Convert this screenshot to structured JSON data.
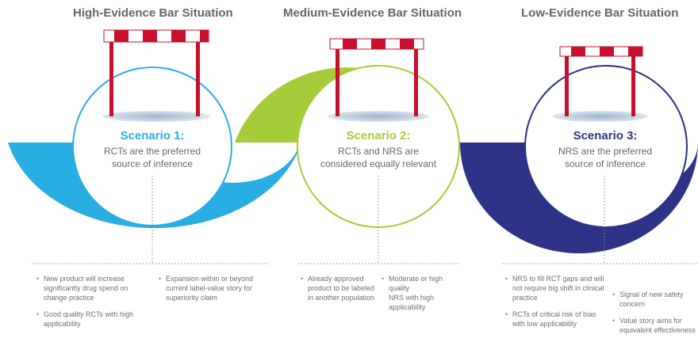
{
  "colors": {
    "high": "#29aee3",
    "medium": "#a6cc3a",
    "low": "#2e3387",
    "hurdle_red": "#c8102e",
    "text_gray": "#666666"
  },
  "headings": {
    "high": "High-Evidence Bar Situation",
    "medium": "Medium-Evidence Bar Situation",
    "low": "Low-Evidence Bar Situation"
  },
  "scenarios": {
    "s1": {
      "title": "Scenario 1:",
      "desc_line1": "RCTs are the preferred",
      "desc_line2": "source of inference"
    },
    "s2": {
      "title": "Scenario 2:",
      "desc_line1": "RCTs and NRS are",
      "desc_line2": "considered equally relevant"
    },
    "s3": {
      "title": "Scenario 3:",
      "desc_line1": "NRS are the preferred",
      "desc_line2": "source of inference"
    }
  },
  "bullets": {
    "s1": {
      "left": [
        "New product will increase significantly drug spend on change practice",
        "Good quality RCTs with high applicability"
      ],
      "right": [
        "Expansion within or beyond current label-value story for superiority claim"
      ]
    },
    "s2": {
      "left": [
        "Already approved product to be labeled in another population"
      ],
      "right": [
        {
          "line1": "Moderate or high quality",
          "line2": "NRS with high applicability"
        }
      ]
    },
    "s3": {
      "left": [
        "NRS to fill RCT gaps and will not require big shift in clinical practice",
        "RCTs of critical risk of bias with low applicability"
      ],
      "right": [
        "Signal of new safety concern",
        "Value story aims for equivalent effectiveness"
      ]
    }
  }
}
